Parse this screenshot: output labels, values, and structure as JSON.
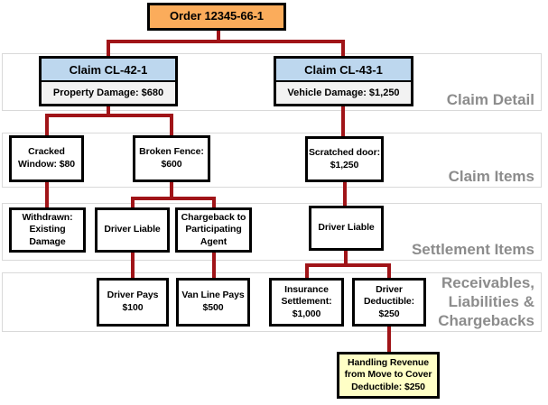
{
  "colors": {
    "order_fill": "#FBAC5B",
    "claim_header_fill": "#BDD7EE",
    "claim_sub_fill": "#F2F2F2",
    "node_fill": "#FFFFFF",
    "revenue_fill": "#FFFFC6",
    "connector": "#A01418",
    "border": "#000000",
    "band_border": "#D9D9D9",
    "band_label": "#8C8C8C"
  },
  "order": {
    "label": "Order 12345-66-1"
  },
  "claims": [
    {
      "title": "Claim CL-42-1",
      "detail": "Property Damage: $680"
    },
    {
      "title": "Claim CL-43-1",
      "detail": "Vehicle Damage: $1,250"
    }
  ],
  "claim_items": [
    {
      "label": "Cracked\nWindow: $80"
    },
    {
      "label": "Broken Fence:\n$600"
    },
    {
      "label": "Scratched door:\n$1,250"
    }
  ],
  "settlement_items": [
    {
      "label": "Withdrawn:\nExisting\nDamage"
    },
    {
      "label": "Driver Liable"
    },
    {
      "label": "Chargeback to\nParticipating\nAgent"
    },
    {
      "label": "Driver Liable"
    }
  ],
  "receivables": [
    {
      "label": "Driver Pays\n$100"
    },
    {
      "label": "Van Line Pays\n$500"
    },
    {
      "label": "Insurance\nSettlement:\n$1,000"
    },
    {
      "label": "Driver\nDeductible:\n$250"
    }
  ],
  "revenue_note": {
    "label": "Handling Revenue\nfrom Move to Cover\nDeductible: $250"
  },
  "bands": [
    {
      "label": "Claim Detail"
    },
    {
      "label": "Claim Items"
    },
    {
      "label": "Settlement Items"
    },
    {
      "label": "Receivables,\nLiabilities &\nChargebacks"
    }
  ]
}
